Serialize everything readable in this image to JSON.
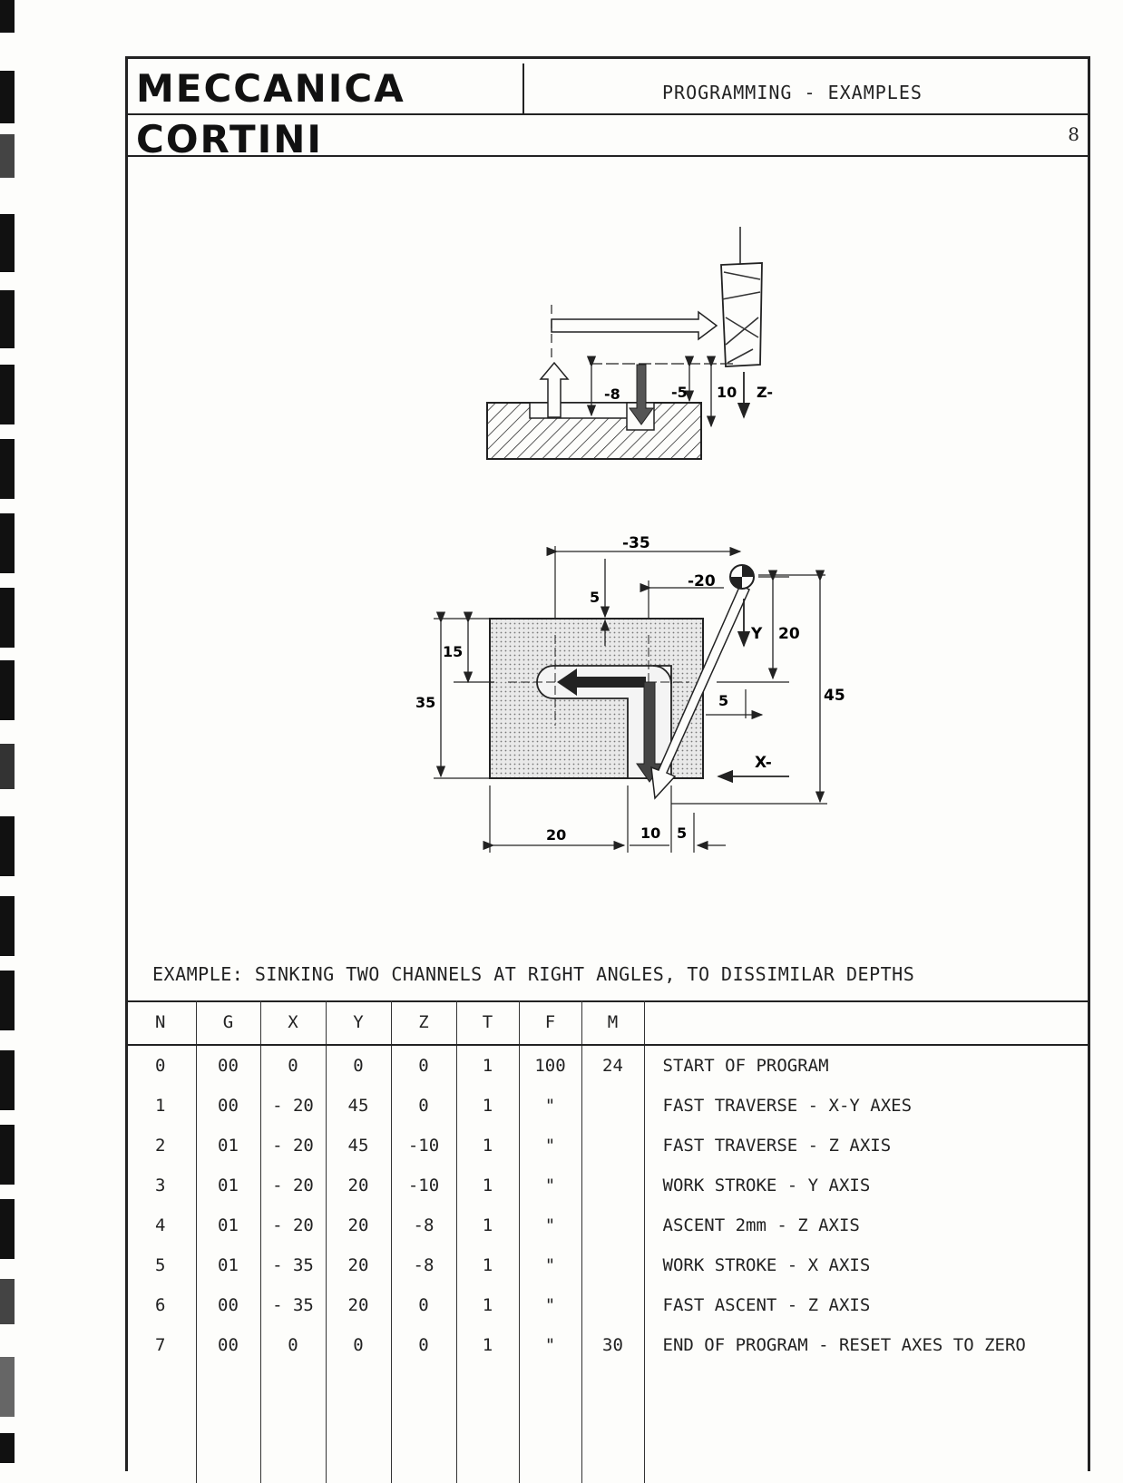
{
  "header": {
    "logo": "MECCANICA CORTINI",
    "title": "PROGRAMMING - EXAMPLES",
    "page_number": "8"
  },
  "diagram_labels": {
    "side_view": [
      "-8",
      "-5",
      "10",
      "Z-"
    ],
    "plan_view": [
      "-35",
      "-20",
      "5",
      "20",
      "Y",
      "15",
      "35",
      "45",
      "5",
      "X-",
      "20",
      "10",
      "5"
    ]
  },
  "caption": "EXAMPLE: SINKING TWO CHANNELS AT RIGHT ANGLES, TO DISSIMILAR DEPTHS",
  "table": {
    "columns": [
      "N",
      "G",
      "X",
      "Y",
      "Z",
      "T",
      "F",
      "M",
      ""
    ],
    "rows": [
      {
        "n": "0",
        "g": "00",
        "x": "0",
        "y": "0",
        "z": "0",
        "t": "1",
        "f": "100",
        "m": "24",
        "desc": "START OF PROGRAM"
      },
      {
        "n": "1",
        "g": "00",
        "x": "- 20",
        "y": "45",
        "z": "0",
        "t": "1",
        "f": "\"",
        "m": "",
        "desc": "FAST TRAVERSE - X-Y AXES"
      },
      {
        "n": "2",
        "g": "01",
        "x": "- 20",
        "y": "45",
        "z": "-10",
        "t": "1",
        "f": "\"",
        "m": "",
        "desc": "FAST TRAVERSE - Z AXIS"
      },
      {
        "n": "3",
        "g": "01",
        "x": "- 20",
        "y": "20",
        "z": "-10",
        "t": "1",
        "f": "\"",
        "m": "",
        "desc": "WORK STROKE - Y AXIS"
      },
      {
        "n": "4",
        "g": "01",
        "x": "- 20",
        "y": "20",
        "z": "-8",
        "t": "1",
        "f": "\"",
        "m": "",
        "desc": "ASCENT 2mm - Z AXIS"
      },
      {
        "n": "5",
        "g": "01",
        "x": "- 35",
        "y": "20",
        "z": "-8",
        "t": "1",
        "f": "\"",
        "m": "",
        "desc": "WORK STROKE - X AXIS"
      },
      {
        "n": "6",
        "g": "00",
        "x": "- 35",
        "y": "20",
        "z": "0",
        "t": "1",
        "f": "\"",
        "m": "",
        "desc": "FAST ASCENT - Z AXIS"
      },
      {
        "n": "7",
        "g": "00",
        "x": "0",
        "y": "0",
        "z": "0",
        "t": "1",
        "f": "\"",
        "m": "30",
        "desc": "END OF PROGRAM - RESET AXES TO ZERO"
      }
    ]
  }
}
